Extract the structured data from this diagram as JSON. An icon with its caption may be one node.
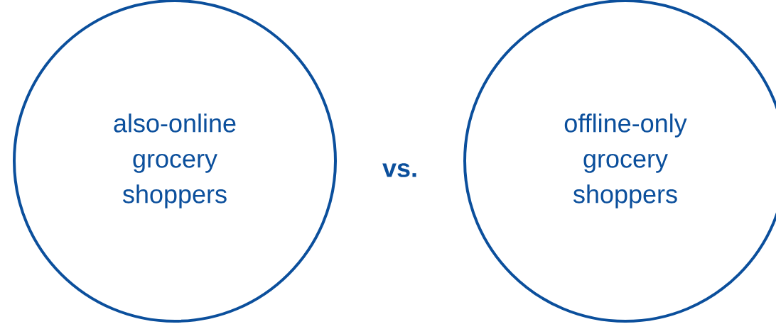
{
  "diagram": {
    "nodes": [
      {
        "text": [
          "also-online grocery shoppers"
        ]
      },
      {
        "text": [
          "offline-only grocery shoppers"
        ]
      }
    ],
    "labels": [
      "vs."
    ]
  }
}
